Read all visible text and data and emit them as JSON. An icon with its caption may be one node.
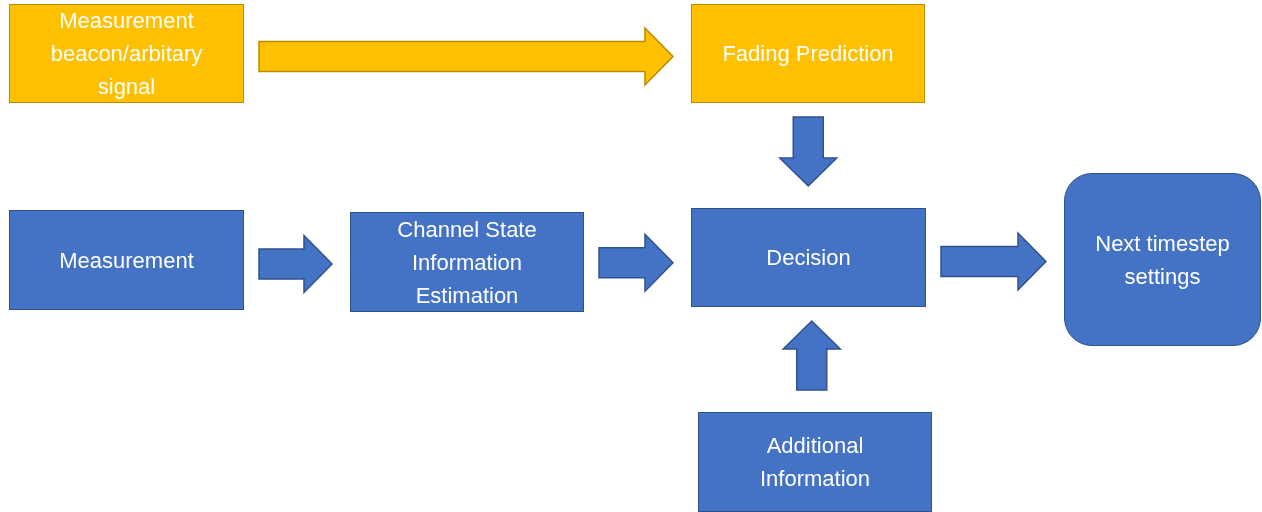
{
  "diagram": {
    "nodes": [
      {
        "text": [
          "Measurement beacon/arbitary signal"
        ]
      },
      {
        "text": [
          "Fading Prediction"
        ]
      },
      {
        "text": [
          "Measurement"
        ]
      },
      {
        "text": [
          "Channel State Information Estimation"
        ]
      },
      {
        "text": [
          "Decision"
        ]
      },
      {
        "text": [
          "Next timestep settings"
        ]
      },
      {
        "text": [
          "Additional Information"
        ]
      }
    ],
    "edges": [
      {
        "from": 0,
        "to": 1,
        "arrow": "to",
        "color": "#ffc000"
      },
      {
        "from": 1,
        "to": 4,
        "arrow": "to"
      },
      {
        "from": 2,
        "to": 3,
        "arrow": "to"
      },
      {
        "from": 3,
        "to": 4,
        "arrow": "to"
      },
      {
        "from": 4,
        "to": 5,
        "arrow": "to"
      },
      {
        "from": 6,
        "to": 4,
        "arrow": "to"
      }
    ]
  }
}
